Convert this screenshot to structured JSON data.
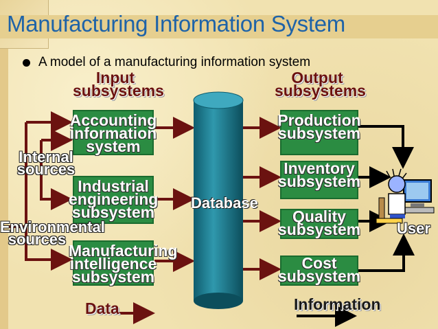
{
  "title": "Manufacturing Information System",
  "subtitle": "A model of a manufacturing information system",
  "input_header": "Input subsystems",
  "output_header": "Output subsystems",
  "input_subsystems": [
    "Accounting information system",
    "Industrial engineering subsystem",
    "Manufacturing intelligence subsystem"
  ],
  "output_subsystems": [
    "Production subsystem",
    "Inventory subsystem",
    "Quality subsystem",
    "Cost subsystem"
  ],
  "sources": {
    "internal": "Internal sources",
    "environmental": "Environmental sources"
  },
  "database": "Database",
  "user": "User",
  "legend": {
    "data": "Data",
    "information": "Information"
  },
  "colors": {
    "title": "#1e63a8",
    "box_fill": "#2b8c42",
    "arrow_data": "#6b1210",
    "arrow_info": "#000000",
    "cylinder": "#1e7a8e"
  }
}
